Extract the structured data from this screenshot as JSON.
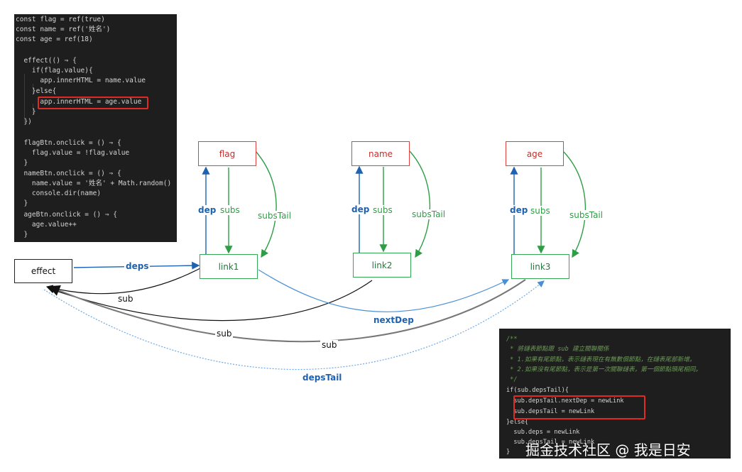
{
  "code_panel_left": {
    "lines": [
      "const flag = ref(true)",
      "const name = ref('姓名')",
      "const age = ref(18)",
      "",
      "  effect(() ⇒ {",
      "    if(flag.value){",
      "      app.innerHTML = name.value",
      "    }else{",
      "      app.innerHTML = age.value",
      "    }",
      "  })",
      "",
      "  flagBtn.onclick = () ⇒ {",
      "    flag.value = !flag.value",
      "  }",
      "  nameBtn.onclick = () ⇒ {",
      "    name.value = '姓名' + Math.random()",
      "    console.dir(name)",
      "  }",
      "  ageBtn.onclick = () ⇒ {",
      "    age.value++",
      "  }"
    ]
  },
  "code_panel_right": {
    "lines": [
      "/**",
      " * 將鏈表節點跟 sub 建立關聯關係",
      " * 1.如果有尾節點，表示鏈表現在有無數個節點，在鏈表尾部新增。",
      " * 2.如果沒有尾節點，表示是第一次關聯鏈表，第一個節點頭尾相同。",
      " */",
      "if(sub.depsTail){",
      "  sub.depsTail.nextDep = newLink",
      "  sub.depsTail = newLink",
      "}else{",
      "  sub.deps = newLink",
      "  sub.depsTail = newLink",
      "}"
    ]
  },
  "diagram": {
    "deps_nodes": [
      "flag",
      "name",
      "age"
    ],
    "link_nodes": [
      "link1",
      "link2",
      "link3"
    ],
    "effect_node": "effect",
    "edge_labels": {
      "dep": "dep",
      "subs": "subs",
      "subsTail": "subsTail",
      "deps": "deps",
      "sub": "sub",
      "nextDep": "nextDep",
      "depsTail": "depsTail"
    },
    "colors": {
      "dep_arrow": "#1e62b0",
      "subs_arrow": "#2e9e46",
      "sub_arrow": "#222222",
      "highlight": "#e02a26"
    }
  },
  "watermark": "掘金技术社区 @ 我是日安"
}
